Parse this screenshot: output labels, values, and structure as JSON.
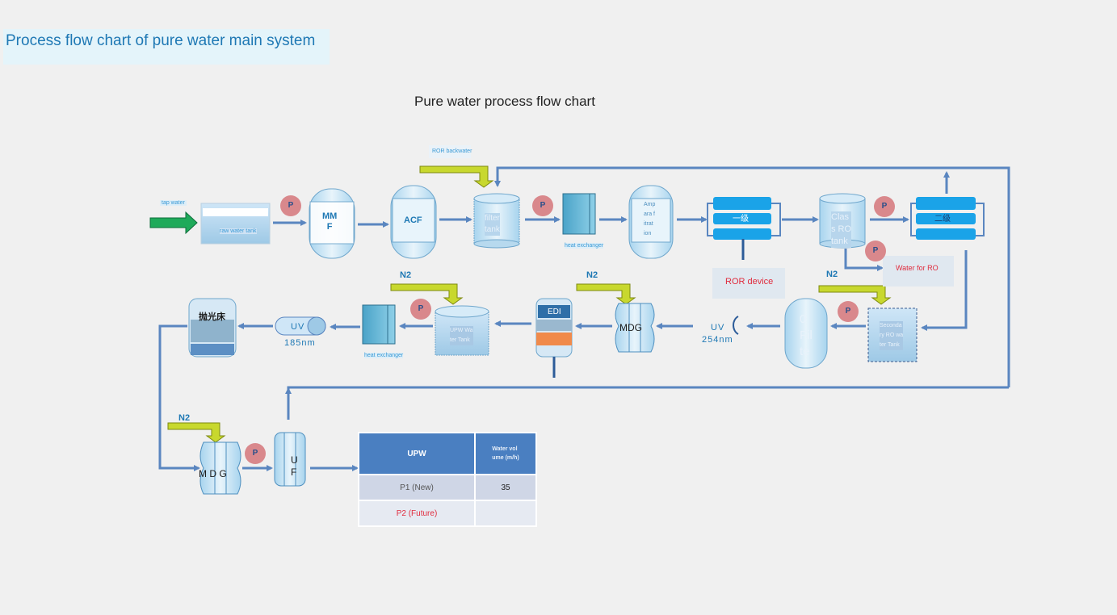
{
  "page_title": "Process flow chart of pure water main system",
  "chart_title": "Pure water process flow chart",
  "labels": {
    "ror_backwater": "ROR backwater",
    "tap_water": "tap water",
    "raw_water_tank": "raw water tank",
    "mmf": "MM\nF",
    "acf": "ACF",
    "filter_tank": "filter\ntank",
    "heat_exchanger_1": "heat exchanger",
    "amplification": "Amp\nara f\nitrat\nion",
    "class1_ro_unit": "一级",
    "class_ro_tank": "Clas\ns RO\ntank",
    "class2_ro_unit": "二级",
    "ror_device": "ROR device",
    "water_for_ro": "Water for RO",
    "secondary_ro_tank": "Seconda\nry RO wa\nter Tank",
    "filter_0": "0\nFil\nte",
    "uv_254": "UV",
    "uv_254_nm": "254nm",
    "mdg_1": "MDG",
    "edi": "EDI",
    "upw_water_tank": "UPW Wa\nter Tank",
    "heat_exchanger_2": "heat exchanger",
    "uv_185": "UV",
    "uv_185_nm": "185nm",
    "polishing_bed": "抛光床",
    "mdg_2": "M D G",
    "uf": "U\nF",
    "n2": "N2",
    "pump": "P"
  },
  "table": {
    "col1_header": "UPW",
    "col2_header": "Water vol\nume (m/h)",
    "rows": [
      {
        "name": "P1 (New)",
        "value": "35"
      },
      {
        "name": "P2 (Future)",
        "value": ""
      }
    ]
  },
  "colors": {
    "line": "#5a86c0",
    "pump": "#d9888c",
    "ro_unit": "#1aa3e8",
    "n2_arrow": "#c8d82e",
    "inlet_arrow": "#1faa5a",
    "table_header": "#4a7fc1"
  }
}
